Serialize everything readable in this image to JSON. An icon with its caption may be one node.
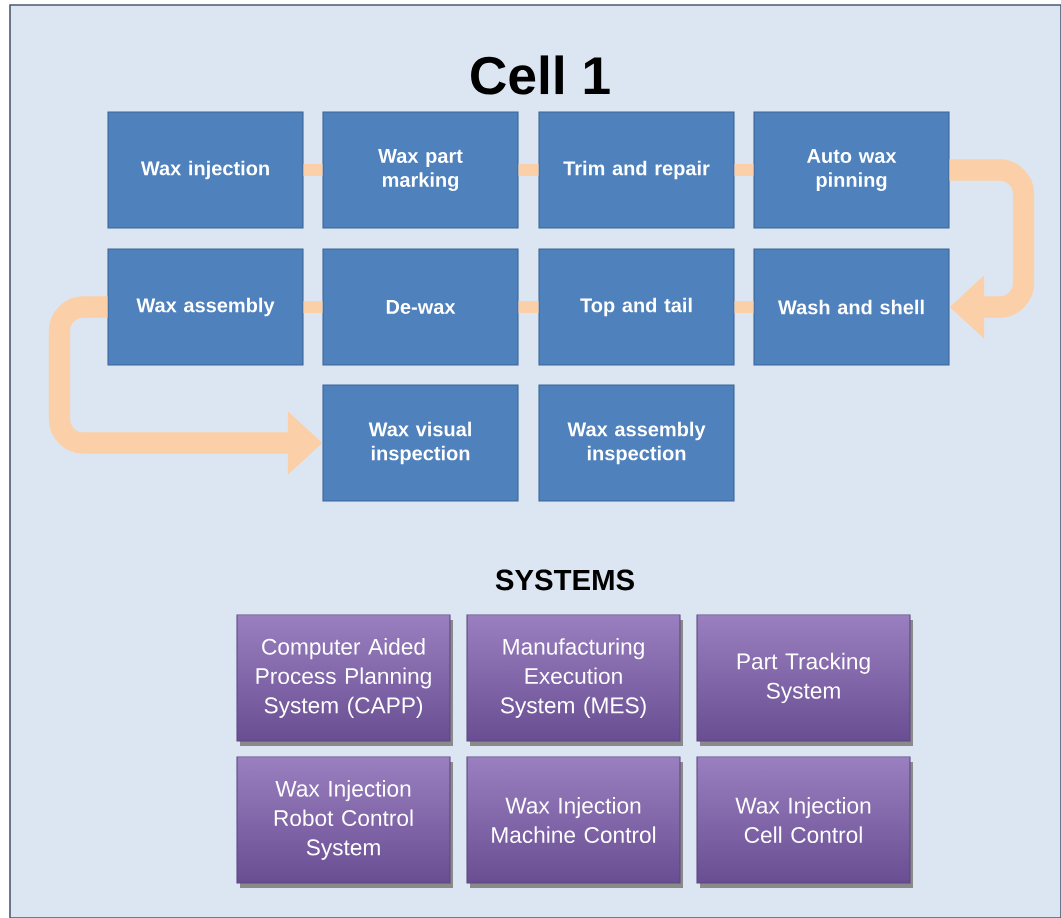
{
  "diagram": {
    "title": "Cell 1",
    "nodes": [
      {
        "text": [
          "Wax injection"
        ]
      },
      {
        "text": [
          "Wax part marking"
        ]
      },
      {
        "text": [
          "Trim and repair"
        ]
      },
      {
        "text": [
          "Auto wax pinning"
        ]
      },
      {
        "text": [
          "Wax assembly"
        ]
      },
      {
        "text": [
          "De-wax"
        ]
      },
      {
        "text": [
          "Top and tail"
        ]
      },
      {
        "text": [
          "Wash and shell"
        ]
      },
      {
        "text": [
          "Wax visual inspection"
        ]
      },
      {
        "text": [
          "Wax assembly inspection"
        ]
      },
      {
        "text": [
          "Computer Aided Process Planning System (CAPP)"
        ]
      },
      {
        "text": [
          "Manufacturing Execution System (MES)"
        ]
      },
      {
        "text": [
          "Part Tracking System"
        ]
      },
      {
        "text": [
          "Wax Injection Robot Control System"
        ]
      },
      {
        "text": [
          "Wax Injection Machine Control"
        ]
      },
      {
        "text": [
          "Wax Injection Cell Control"
        ]
      }
    ],
    "edges": [
      {
        "from": 0,
        "to": 1,
        "arrow": "none"
      },
      {
        "from": 1,
        "to": 2,
        "arrow": "none"
      },
      {
        "from": 2,
        "to": 3,
        "arrow": "none"
      },
      {
        "from": 3,
        "to": 7,
        "arrow": "to"
      },
      {
        "from": 7,
        "to": 6,
        "arrow": "none"
      },
      {
        "from": 6,
        "to": 5,
        "arrow": "none"
      },
      {
        "from": 5,
        "to": 4,
        "arrow": "none"
      },
      {
        "from": 4,
        "to": 8,
        "arrow": "to"
      }
    ],
    "labels": [
      "SYSTEMS"
    ]
  }
}
